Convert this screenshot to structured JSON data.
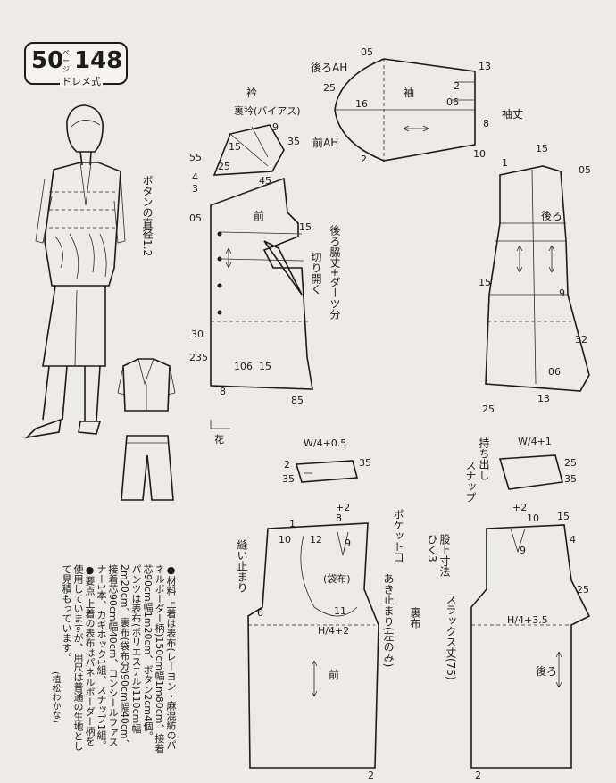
{
  "header": {
    "page_number": "50",
    "page_label": "ページ",
    "design_number": "148",
    "subtitle": "ドレメ式"
  },
  "labels": {
    "button_note": "ボタンの直径1.2",
    "collar": "衿",
    "collar_underside": "裏衿(バイアス)",
    "sleeve": "袖",
    "sleeve_length": "袖丈",
    "back_ah": "後ろAH",
    "front_ah": "前AH",
    "front": "前",
    "back": "後ろ",
    "back_side_dart": "後ろ脇丈+ダーツ分",
    "cut_open": "切り開く",
    "fold_mark": "花",
    "waistband_front_formula": "W/4+0.5",
    "waistband_back_formula": "W/4+1",
    "mochidashi": "持ち出し",
    "snap": "スナップ",
    "pocket_mouth": "ポケット口",
    "pocket_lining": "(袋布)",
    "stitch_stop": "縫い止まり",
    "opening_end": "あき止まり(左のみ)",
    "lining_fabric": "裏布",
    "rise_measure": "股上寸法",
    "minus_three": "ひく3",
    "slacks_length": "スラックス丈(75)",
    "hip_formula": "H/4+3.5",
    "hip_formula_front": "H/4+2",
    "plus_two": "+2"
  },
  "dimensions": {
    "d05": "05",
    "d13": "13",
    "d25": "25",
    "d16": "16",
    "d2": "2",
    "d06": "06",
    "d10": "10",
    "d8": "8",
    "d9": "9",
    "d35": "35",
    "d15": "15",
    "d55": "55",
    "d4": "4",
    "d3": "3",
    "d45": "45",
    "d1": "1",
    "d30": "30",
    "d235": "235",
    "d106": "106",
    "d85": "85",
    "d32": "32",
    "d12": "12",
    "d11": "11",
    "d6": "6"
  },
  "material": {
    "lines": [
      "●材料 上着は表布(レーヨン・麻混紡のパネルボーダー柄)150cm幅1m80cm、接着芯90cm幅1m20cm、ボタン2cm4個。",
      "パンツは表布(ポリエステル)110cm幅2m20cm、裏布(袋布分)90cm幅40cm、接着芯90cm幅40cm、コンシールファスナー1本、カギホック1組、スナップ1組。",
      "●要点 上着の表布はパネルボーダー柄を使用していますが、用尺は普通の生地として見積もっています。"
    ],
    "credit": "(植松わかな)"
  },
  "colors": {
    "paper": "#ecebe5",
    "ink": "#1c1c1c"
  }
}
